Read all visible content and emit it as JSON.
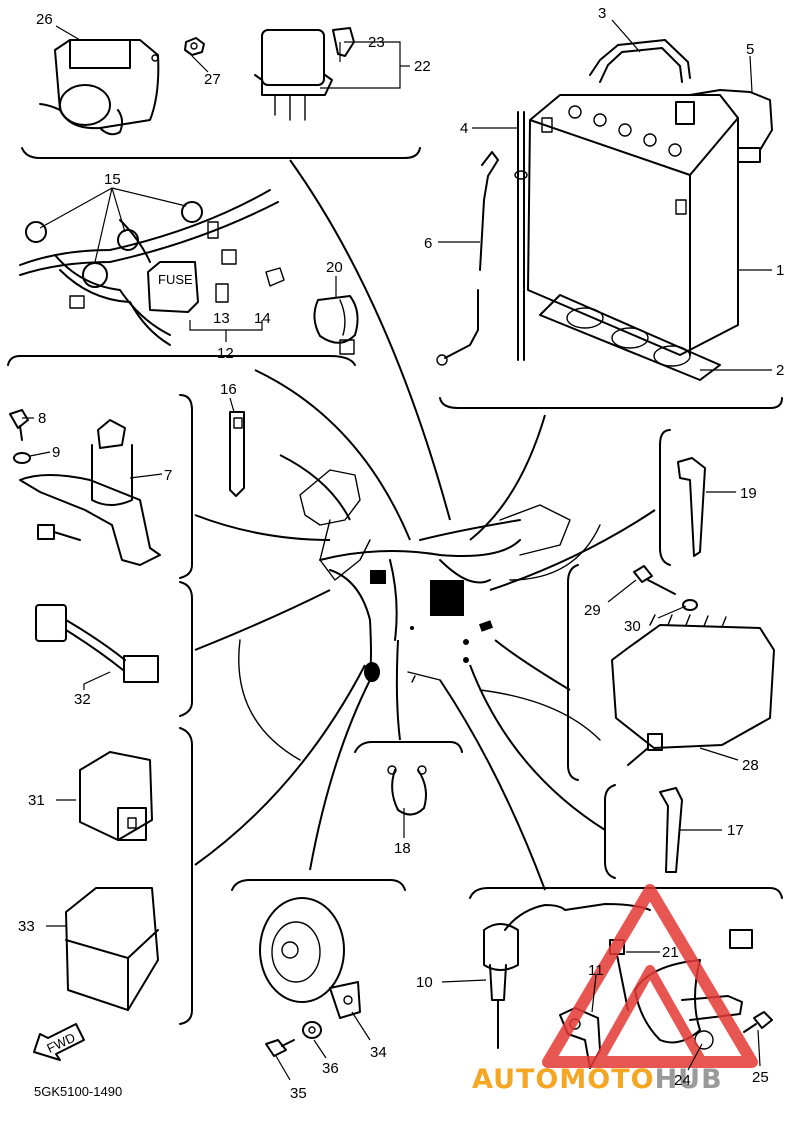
{
  "diagram": {
    "part_code": "5GK5100-1490",
    "fwd_label": "FWD",
    "watermark": {
      "part1": "AUTO",
      "part2": "MOTO",
      "part3": "HUB"
    },
    "callouts": {
      "c1": "1",
      "c2": "2",
      "c3": "3",
      "c4": "4",
      "c5": "5",
      "c6": "6",
      "c7": "7",
      "c8": "8",
      "c9": "9",
      "c10": "10",
      "c11": "11",
      "c12": "12",
      "c13": "13",
      "c14": "14",
      "c15": "15",
      "c16": "16",
      "c17": "17",
      "c18": "18",
      "c19": "19",
      "c20": "20",
      "c21": "21",
      "c22": "22",
      "c23": "23",
      "c24": "24",
      "c25": "25",
      "c26": "26",
      "c27": "27",
      "c28": "28",
      "c29": "29",
      "c30": "30",
      "c31": "31",
      "c32": "32",
      "c33": "33",
      "c34": "34",
      "c35": "35",
      "c36": "36"
    },
    "fuse_label": "FUSE",
    "colors": {
      "ink": "#000000",
      "watermark_accent": "#f5a623",
      "watermark_red": "#e53935",
      "watermark_gray": "#9a9a9a"
    }
  }
}
